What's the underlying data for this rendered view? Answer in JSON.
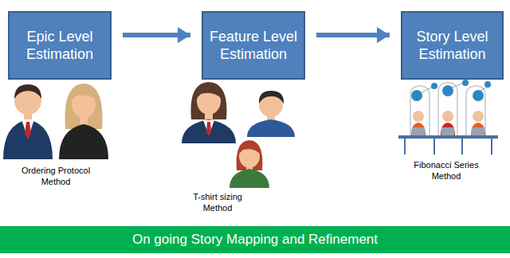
{
  "diagram": {
    "nodes": [
      {
        "text": [
          "Epic Level Estimation"
        ]
      },
      {
        "text": [
          "Feature Level Estimation"
        ]
      },
      {
        "text": [
          "Story Level Estimation"
        ]
      },
      {
        "text": [
          "On going Story Mapping and Refinement"
        ]
      }
    ],
    "edges": [
      {
        "from": 0,
        "to": 1,
        "arrow": "to"
      },
      {
        "from": 1,
        "to": 2,
        "arrow": "to"
      }
    ],
    "labels": [
      "Ordering Protocol Method",
      "T-shirt sizing Method",
      "Fibonacci Series Method"
    ]
  }
}
